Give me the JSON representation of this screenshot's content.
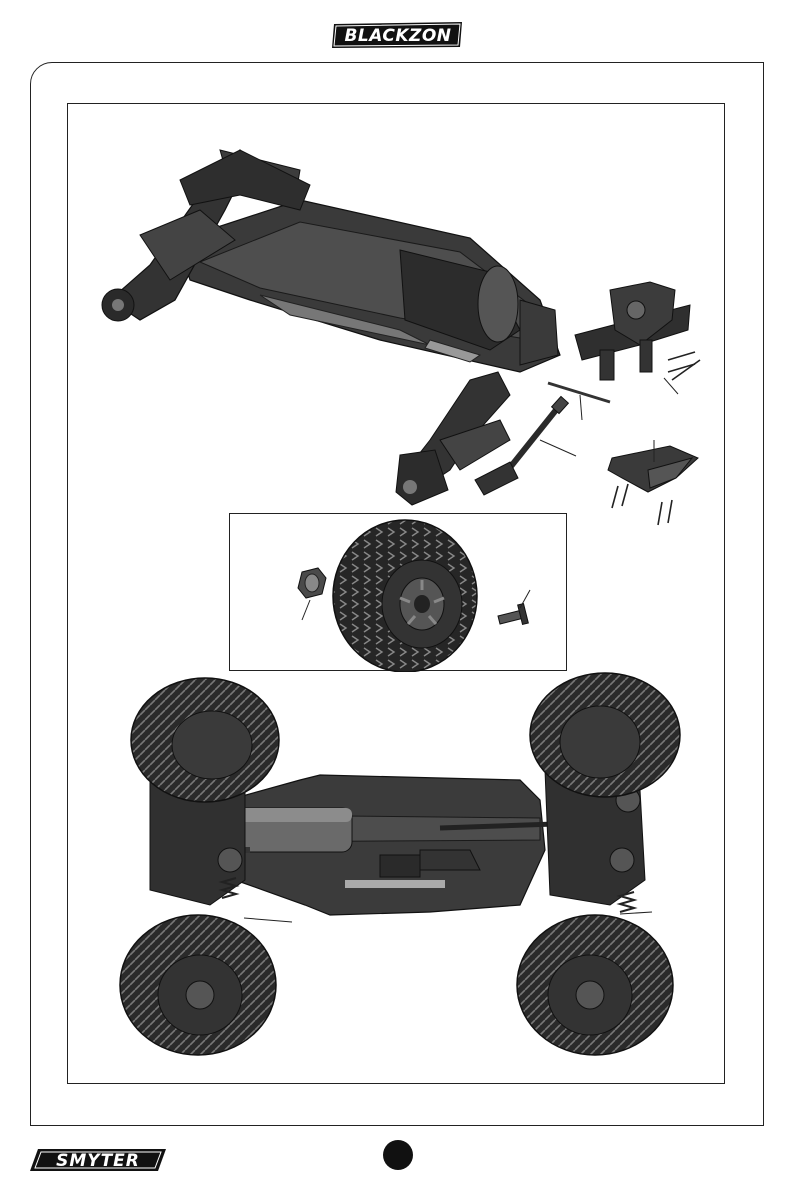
{
  "header": {
    "brand_logo": "BLACKZON"
  },
  "footer": {
    "brand_logo": "SMYTER",
    "page_marker": "filled-circle"
  },
  "figures": {
    "exploded_view": "rear-suspension-exploded",
    "inset": "wheel-assembly",
    "assembled_view": "chassis-top-view"
  },
  "colors": {
    "line": "#222222",
    "part_dark": "#2b2b2b",
    "part_mid": "#555555",
    "part_light": "#8a8a8a",
    "background": "#ffffff"
  }
}
